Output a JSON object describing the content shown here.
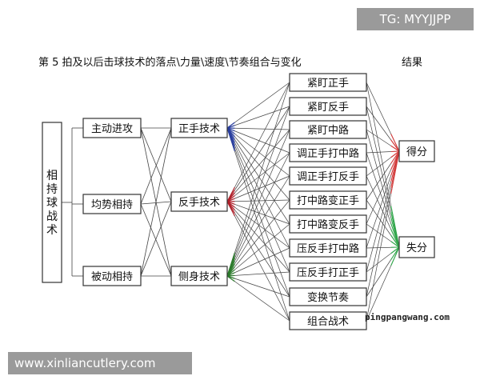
{
  "title": "第 5 拍及以后击球技术的落点\\力量\\速度\\节奏组合与变化",
  "result_header": "结果",
  "root": "相持球战术",
  "strategies": [
    "主动进攻",
    "均势相持",
    "被动相持"
  ],
  "techniques": [
    "正手技术",
    "反手技术",
    "侧身技术"
  ],
  "placements": [
    "紧盯正手",
    "紧盯反手",
    "紧盯中路",
    "调正手打中路",
    "调正手打反手",
    "打中路变正手",
    "打中路变反手",
    "压反手打中路",
    "压反手打正手",
    "变换节奏",
    "组合战术"
  ],
  "results": [
    "得分",
    "失分"
  ],
  "watermark_top": "TG: MYYJJPP",
  "watermark_bottom": "www.xinliancutlery.com",
  "site_label": "pingpangwang.com",
  "colors": {
    "line": "#444444",
    "tech_line_1": "#2a3f9e",
    "tech_line_2": "#b0202a",
    "tech_line_3": "#2c7a2c",
    "result_line_1": "#d63b3b",
    "result_line_2": "#2fa84a"
  }
}
